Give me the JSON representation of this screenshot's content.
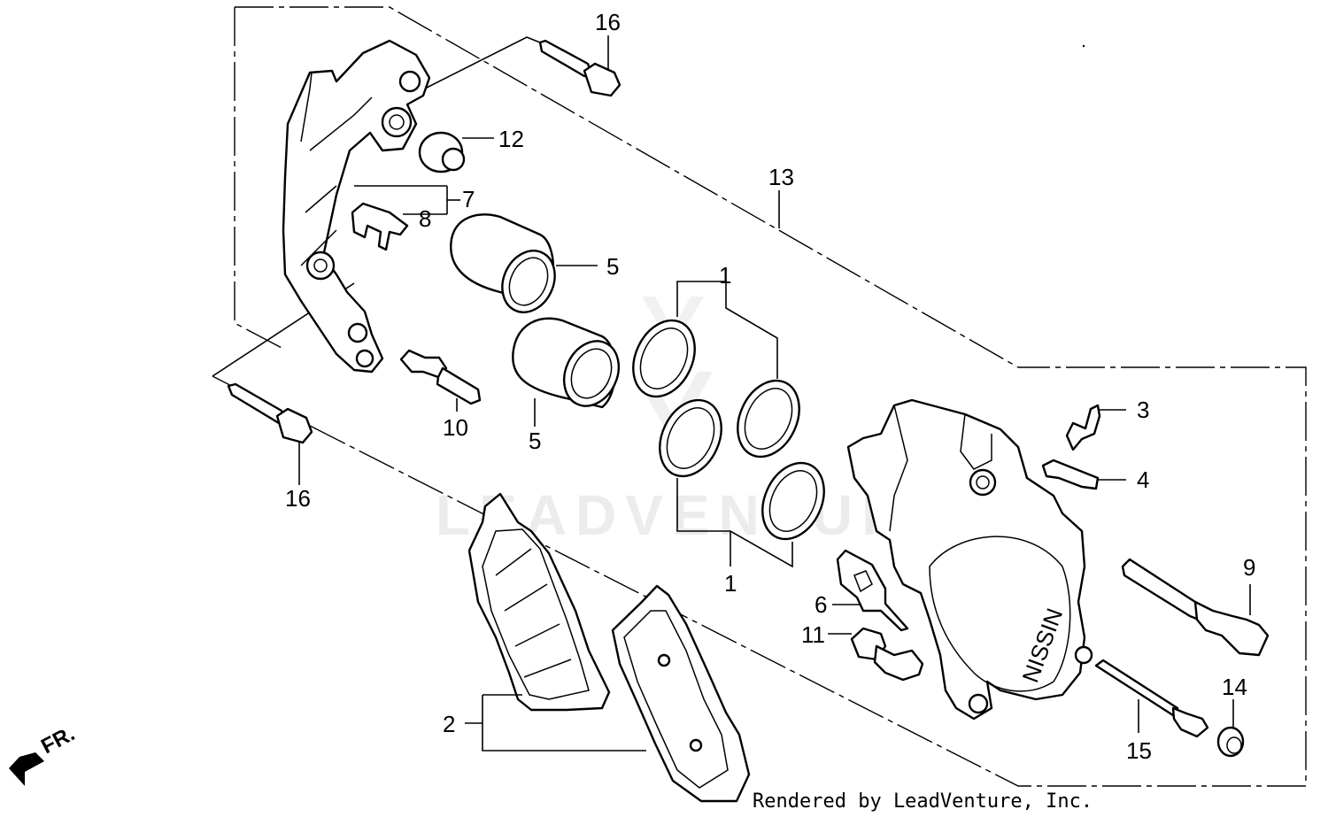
{
  "diagram": {
    "callouts": [
      {
        "id": "c1a",
        "text": "1"
      },
      {
        "id": "c1b",
        "text": "1"
      },
      {
        "id": "c2",
        "text": "2"
      },
      {
        "id": "c3",
        "text": "3"
      },
      {
        "id": "c4",
        "text": "4"
      },
      {
        "id": "c5a",
        "text": "5"
      },
      {
        "id": "c5b",
        "text": "5"
      },
      {
        "id": "c6",
        "text": "6"
      },
      {
        "id": "c7",
        "text": "7"
      },
      {
        "id": "c8",
        "text": "8"
      },
      {
        "id": "c9",
        "text": "9"
      },
      {
        "id": "c10",
        "text": "10"
      },
      {
        "id": "c11",
        "text": "11"
      },
      {
        "id": "c12",
        "text": "12"
      },
      {
        "id": "c13",
        "text": "13"
      },
      {
        "id": "c14",
        "text": "14"
      },
      {
        "id": "c15",
        "text": "15"
      },
      {
        "id": "c16a",
        "text": "16"
      },
      {
        "id": "c16b",
        "text": "16"
      }
    ],
    "front_indicator": "FR.",
    "caliper_brand": "NISSIN",
    "watermark": "LEADVENTURE",
    "credit": "Rendered by LeadVenture, Inc."
  }
}
